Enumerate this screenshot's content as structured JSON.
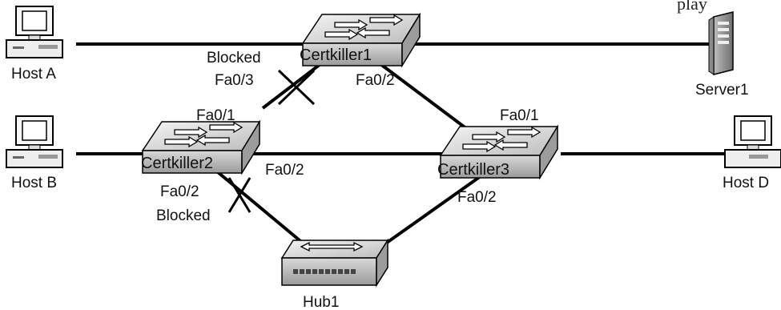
{
  "header_fragment": "play",
  "nodes": {
    "host_a": {
      "label": "Host A"
    },
    "host_b": {
      "label": "Host B"
    },
    "host_d": {
      "label": "Host D"
    },
    "server1": {
      "label": "Server1"
    },
    "certkiller1": {
      "label": "Certkiller1"
    },
    "certkiller2": {
      "label": "Certkiller2"
    },
    "certkiller3": {
      "label": "Certkiller3"
    },
    "hub1": {
      "label": "Hub1"
    }
  },
  "ports": {
    "ck1_fa03": "Fa0/3",
    "ck1_fa02": "Fa0/2",
    "ck2_fa01": "Fa0/1",
    "ck2_fa02_right": "Fa0/2",
    "ck2_fa02_left": "Fa0/2",
    "ck3_fa01": "Fa0/1",
    "ck3_fa02": "Fa0/2"
  },
  "status": {
    "ck1_blocked": "Blocked",
    "ck2_blocked": "Blocked"
  },
  "colors": {
    "line": "#000000",
    "switch_fill": "#cfcfcf",
    "switch_top": "#e6e6e6",
    "device_body": "#f2f2f2"
  }
}
